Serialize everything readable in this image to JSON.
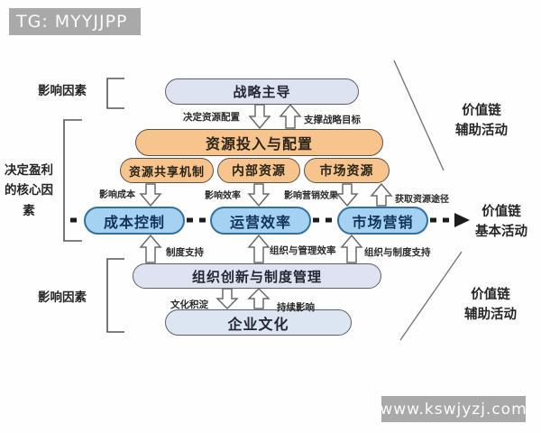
{
  "watermarks": {
    "top_left": "TG: MYYJJPP",
    "bottom_right": "www.kswjyzj.com"
  },
  "nodes": {
    "strategy": "战略主导",
    "resource_allocation": "资源投入与配置",
    "resource_sharing": "资源共享机制",
    "internal_resources": "内部资源",
    "market_resources": "市场资源",
    "cost_control": "成本控制",
    "operational_efficiency": "运营效率",
    "marketing": "市场营销",
    "org_innovation": "组织创新与制度管理",
    "corporate_culture": "企业文化"
  },
  "edge_labels": {
    "decide_allocation": "决定资源配置",
    "support_strategy": "支撑战略目标",
    "affect_cost": "影响成本",
    "affect_efficiency": "影响效率",
    "affect_marketing": "影响营销效果",
    "acquire_resources": "获取资源途径",
    "institutional_support": "制度支持",
    "org_mgmt_efficiency": "组织与管理效率",
    "org_inst_support": "组织与制度支持",
    "culture_accumulation": "文化积淀",
    "continuous_influence": "持续影响"
  },
  "side_labels": {
    "influencing_factor": "影响因素",
    "core_profit_factor": "决定盈利的核心因素",
    "value_chain_aux": [
      "价值链",
      "辅助活动"
    ],
    "value_chain_basic": [
      "价值链",
      "基本活动"
    ]
  },
  "colors": {
    "orange_fill": "#f7c48d",
    "blue_fill": "#a5d2f1",
    "blue_border": "#36709f",
    "lavender_fill": "#dde3f1",
    "culture_fill": "#dce6f3",
    "box_border": "#606060",
    "arrow_outline": "#6a6a6a",
    "dash_color": "#1c1c1c",
    "watermark_bg": "#a9a9a9"
  }
}
